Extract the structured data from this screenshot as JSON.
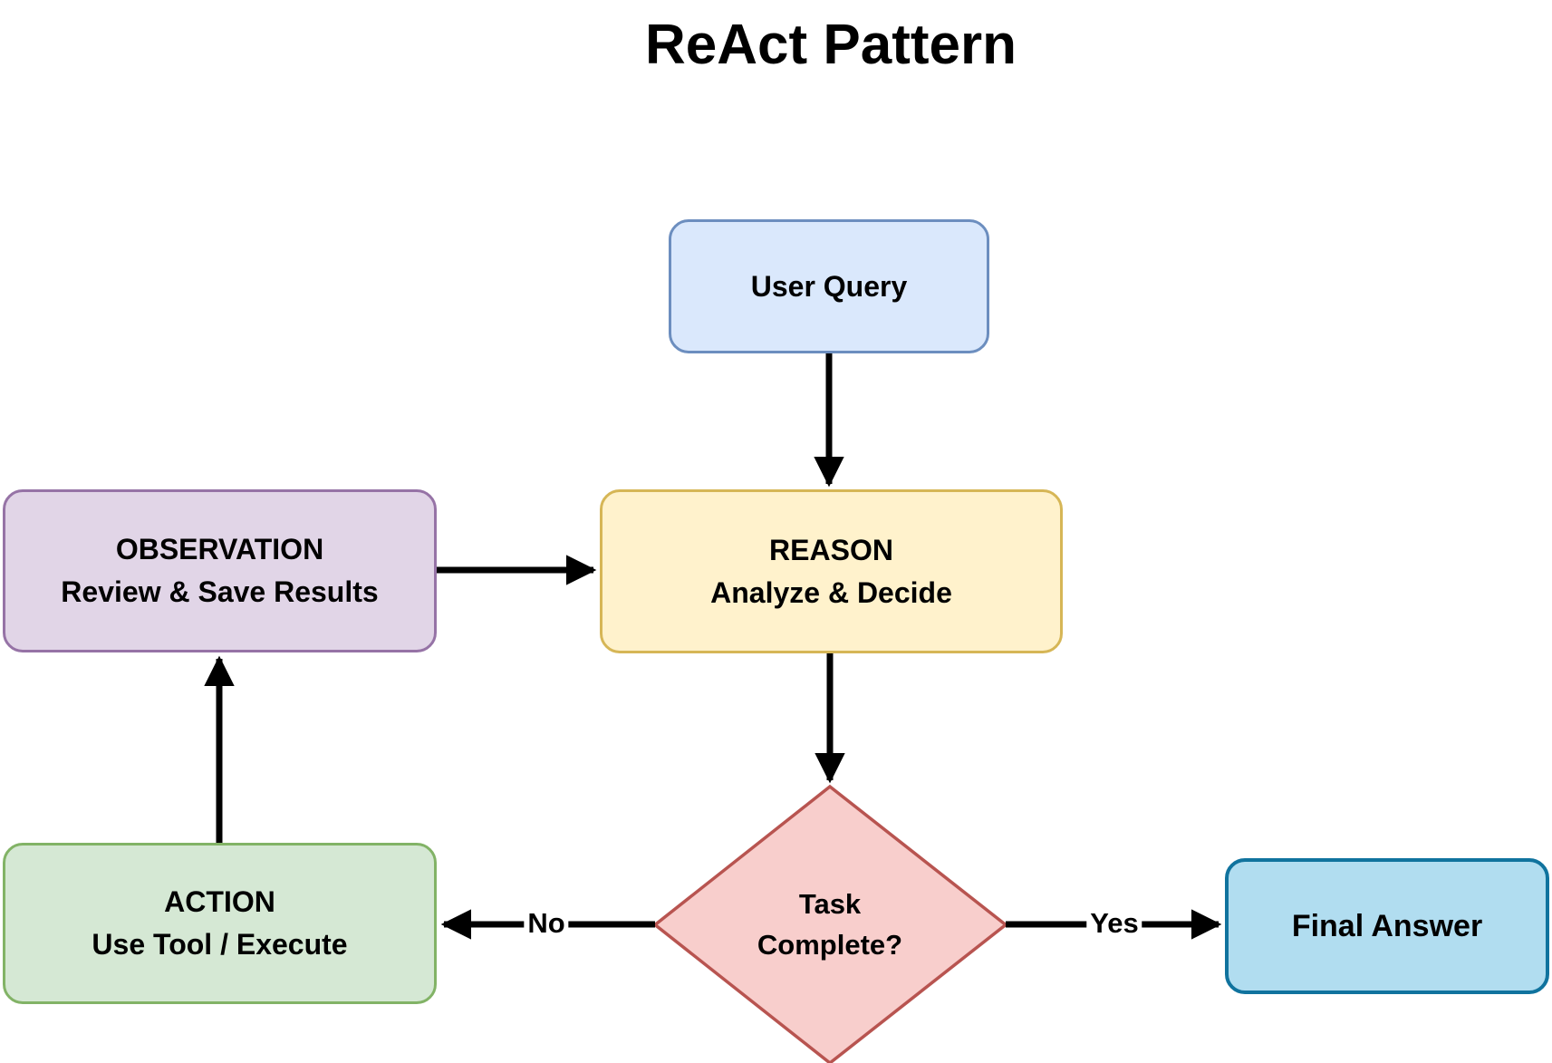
{
  "title": "ReAct Pattern",
  "background": "#ffffff",
  "text_color": "#000000",
  "arrow_color": "#000000",
  "nodes": {
    "user_query": {
      "label": "User Query",
      "shape": "rounded-rect",
      "fill": "#dae8fc",
      "stroke": "#6c8ebf"
    },
    "reason": {
      "title": "REASON",
      "subtitle": "Analyze & Decide",
      "shape": "rounded-rect",
      "fill": "#fff2cc",
      "stroke": "#d6b656"
    },
    "observation": {
      "title": "OBSERVATION",
      "subtitle": "Review & Save Results",
      "shape": "rounded-rect",
      "fill": "#e1d5e7",
      "stroke": "#9673a6"
    },
    "action": {
      "title": "ACTION",
      "subtitle": "Use Tool / Execute",
      "shape": "rounded-rect",
      "fill": "#d5e8d4",
      "stroke": "#82b366"
    },
    "task_complete": {
      "line1": "Task",
      "line2": "Complete?",
      "shape": "diamond",
      "fill": "#f8cecc",
      "stroke": "#b85450"
    },
    "final_answer": {
      "label": "Final Answer",
      "shape": "rounded-rect",
      "fill": "#b1ddf0",
      "stroke": "#10739e"
    }
  },
  "edges": [
    {
      "from": "User Query",
      "to": "REASON",
      "label": ""
    },
    {
      "from": "OBSERVATION",
      "to": "REASON",
      "label": ""
    },
    {
      "from": "REASON",
      "to": "Task Complete?",
      "label": ""
    },
    {
      "from": "ACTION",
      "to": "OBSERVATION",
      "label": ""
    },
    {
      "from": "Task Complete?",
      "to": "ACTION",
      "label": "No"
    },
    {
      "from": "Task Complete?",
      "to": "Final Answer",
      "label": "Yes"
    }
  ]
}
